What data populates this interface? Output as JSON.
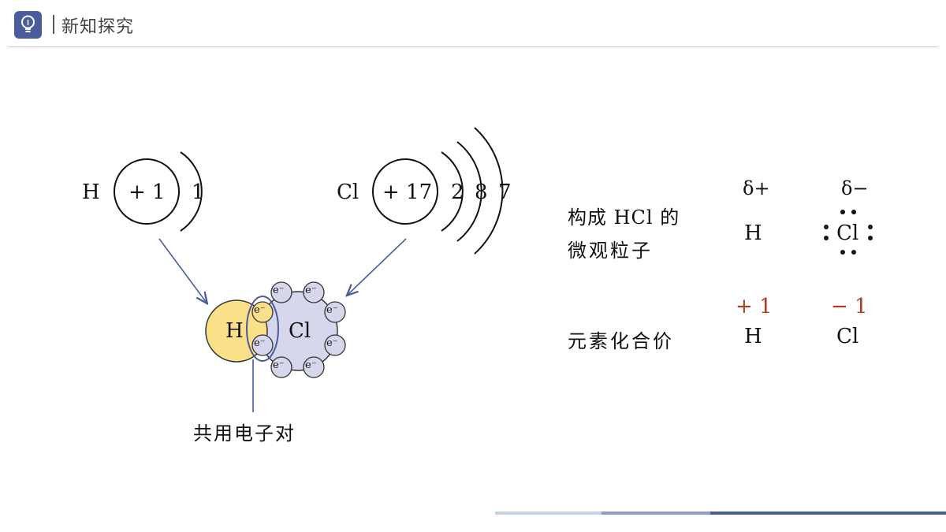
{
  "header": {
    "title": "新知探究",
    "icon": "lightbulb-icon"
  },
  "atoms": {
    "h_symbol": "H",
    "h_nucleus": "+ 1",
    "h_shells": [
      "1"
    ],
    "cl_symbol": "Cl",
    "cl_nucleus": "+ 17",
    "cl_shells": [
      "2",
      "8",
      "7"
    ]
  },
  "molecule": {
    "h_label": "H",
    "cl_label": "Cl",
    "electron_label": "e⁻",
    "shared_pair_label": "共用电子对"
  },
  "right_panel": {
    "particles_label_line1": "构成 HCl 的",
    "particles_label_line2": "微观粒子",
    "delta_plus": "δ+",
    "delta_minus": "δ−",
    "particle_h": "H",
    "particle_cl": "Cl",
    "valence_label": "元素化合价",
    "valence_h": "+ 1",
    "valence_cl": "− 1",
    "valence_h_symbol": "H",
    "valence_cl_symbol": "Cl"
  },
  "colors": {
    "accent": "#4a5c9e",
    "hydrogen_fill": "#fbe08a",
    "chlorine_fill": "#d6d6ec",
    "valence_red": "#b5391e",
    "arrow": "#4a5c9e"
  }
}
